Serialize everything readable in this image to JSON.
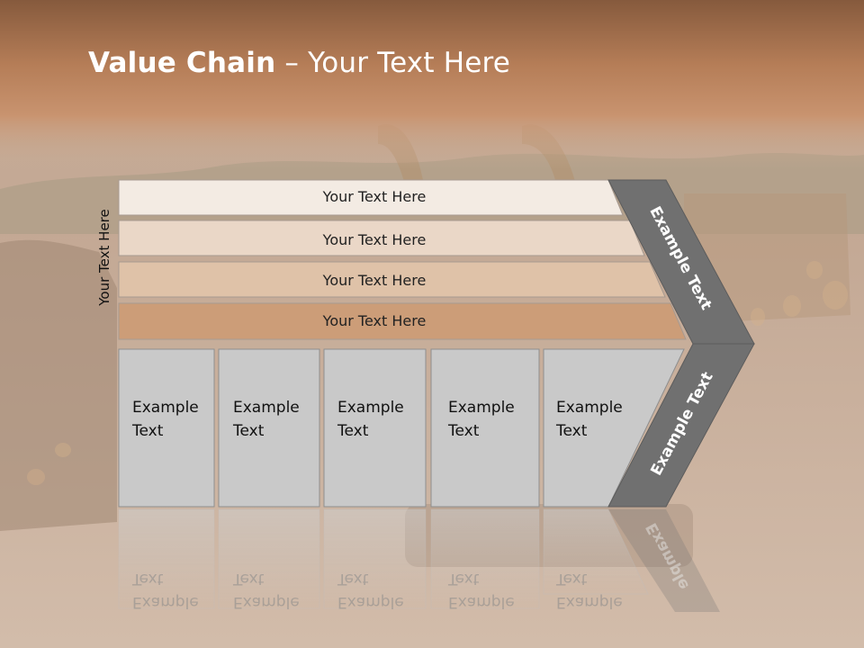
{
  "slide": {
    "title_bold": "Value Chain",
    "title_rest": " – Your Text Here",
    "side_label": "Your Text Here",
    "bars": [
      {
        "label": "Your Text Here"
      },
      {
        "label": "Your Text Here"
      },
      {
        "label": "Your Text Here"
      },
      {
        "label": "Your Text Here"
      }
    ],
    "boxes": [
      {
        "label": "Example\nText"
      },
      {
        "label": "Example\nText"
      },
      {
        "label": "Example\nText"
      },
      {
        "label": "Example\nText"
      },
      {
        "label": "Example\nText"
      }
    ],
    "chevron_upper_label": "Example Text",
    "chevron_lower_label": "Example Text",
    "reflection_label": "Example"
  },
  "colors": {
    "bar_1": "#f3ebe3",
    "bar_2": "#ead7c7",
    "bar_3": "#dfc2a8",
    "bar_4": "#cc9d78",
    "box_fill": "#c9c9c9",
    "chevron": "#707070",
    "header_top": "#8a5a3d",
    "header_mid": "#c48a63"
  }
}
